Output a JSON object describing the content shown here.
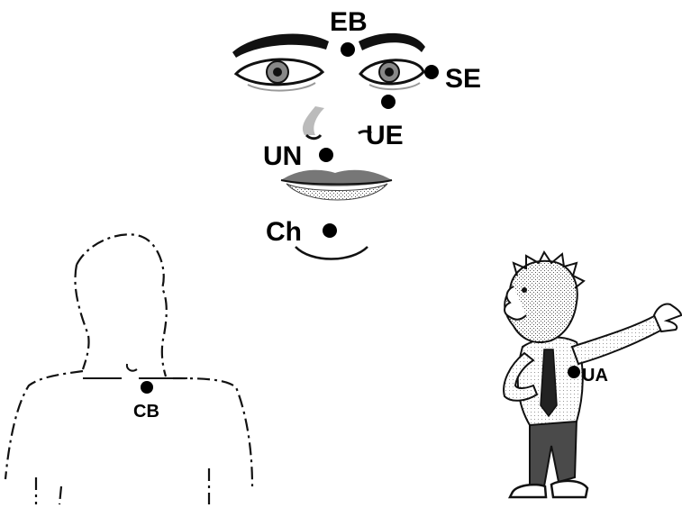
{
  "labels": {
    "eb": "EB",
    "se": "SE",
    "ue": "UE",
    "un": "UN",
    "ch": "Ch",
    "cb": "CB",
    "ua": "UA"
  },
  "colors": {
    "ink": "#000000",
    "skin_shade": "#c8c8c8",
    "pants": "#4a4a4a",
    "background": "#ffffff"
  },
  "icons": {
    "face": "face-illustration",
    "torso": "torso-outline",
    "man": "pointing-man-illustration"
  }
}
